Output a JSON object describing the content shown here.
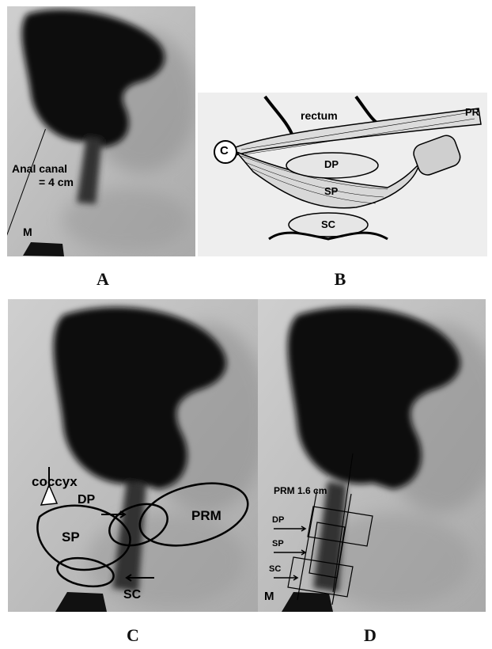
{
  "figure": {
    "panels": [
      {
        "label": "A",
        "annotations": {
          "canal_line1": "Anal canal",
          "canal_line2": "= 4 cm",
          "marker": "M"
        }
      },
      {
        "label": "B",
        "annotations": {
          "rectum": "rectum",
          "pr": "PR",
          "c": "C",
          "dp": "DP",
          "sp": "SP",
          "sc": "SC"
        }
      },
      {
        "label": "C",
        "annotations": {
          "coccyx": "coccyx",
          "dp": "DP",
          "sp": "SP",
          "prm": "PRM",
          "sc": "SC"
        }
      },
      {
        "label": "D",
        "annotations": {
          "prm": "PRM  1.6 cm",
          "dp": "DP",
          "sp": "SP",
          "sc": "SC",
          "marker": "M"
        }
      }
    ]
  }
}
